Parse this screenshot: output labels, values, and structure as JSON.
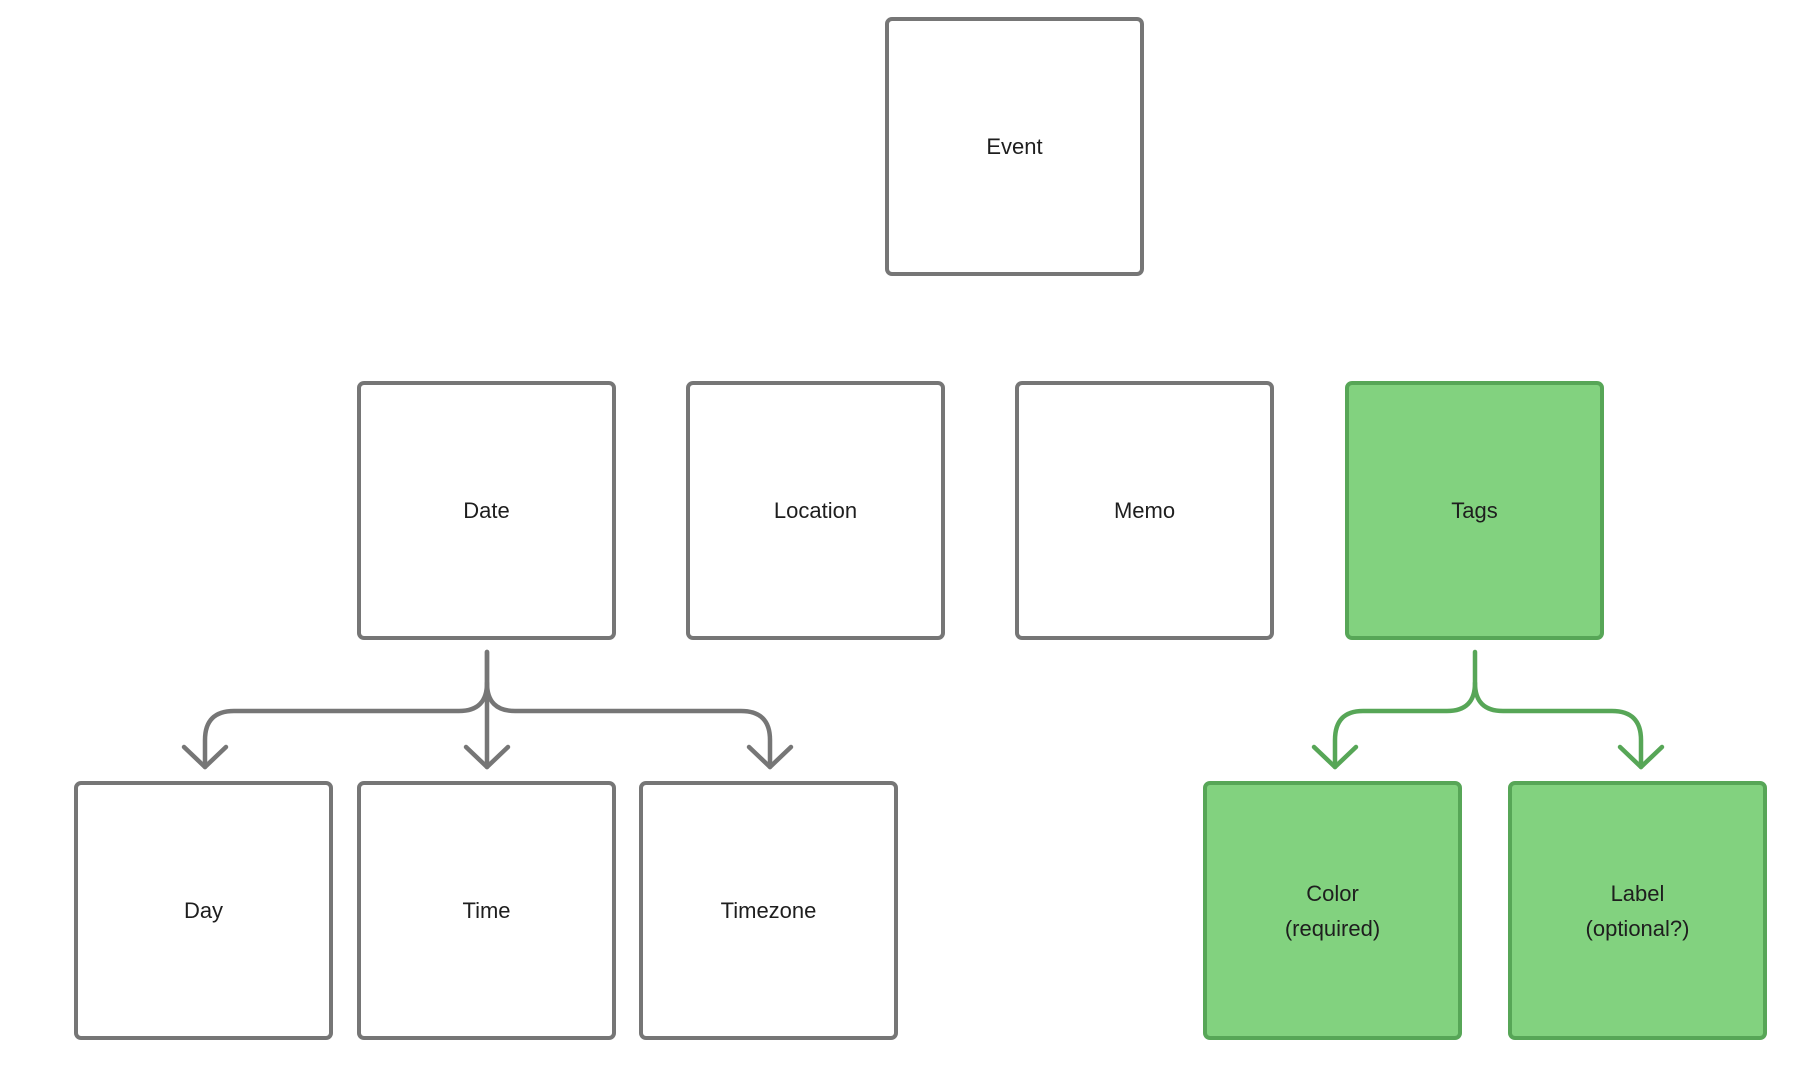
{
  "diagram": {
    "colors": {
      "default_border": "#767676",
      "highlight_fill": "#82d27f",
      "highlight_border": "#57a657"
    },
    "nodes": {
      "event": "Event",
      "date": "Date",
      "location": "Location",
      "memo": "Memo",
      "tags": "Tags",
      "day": "Day",
      "time": "Time",
      "timezone": "Timezone",
      "color": "Color\n(required)",
      "label": "Label\n(optional?)"
    },
    "edges": [
      {
        "from": "Date",
        "to": "Day"
      },
      {
        "from": "Date",
        "to": "Time"
      },
      {
        "from": "Date",
        "to": "Timezone"
      },
      {
        "from": "Tags",
        "to": "Color (required)"
      },
      {
        "from": "Tags",
        "to": "Label (optional?)"
      }
    ]
  }
}
